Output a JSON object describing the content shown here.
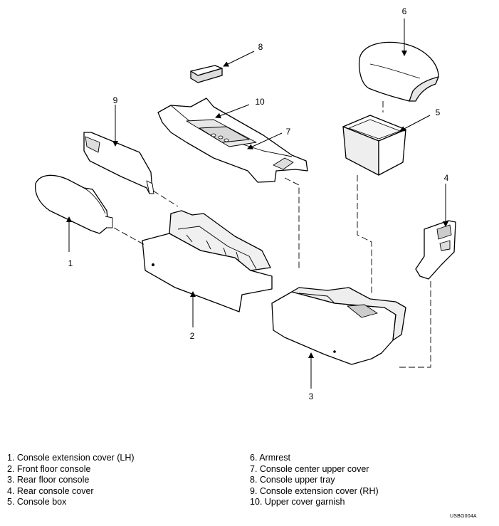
{
  "callouts": [
    "1",
    "2",
    "3",
    "4",
    "5",
    "6",
    "7",
    "8",
    "9",
    "10"
  ],
  "legend_left": [
    "1. Console extension cover (LH)",
    "2. Front floor console",
    "3. Rear floor console",
    "4. Rear console cover",
    "5. Console box"
  ],
  "legend_right": [
    "6. Armrest",
    "7. Console center upper cover",
    "8. Console upper tray",
    "9. Console extension cover (RH)",
    "10. Upper cover garnish"
  ],
  "figure_code": "USBG004A"
}
